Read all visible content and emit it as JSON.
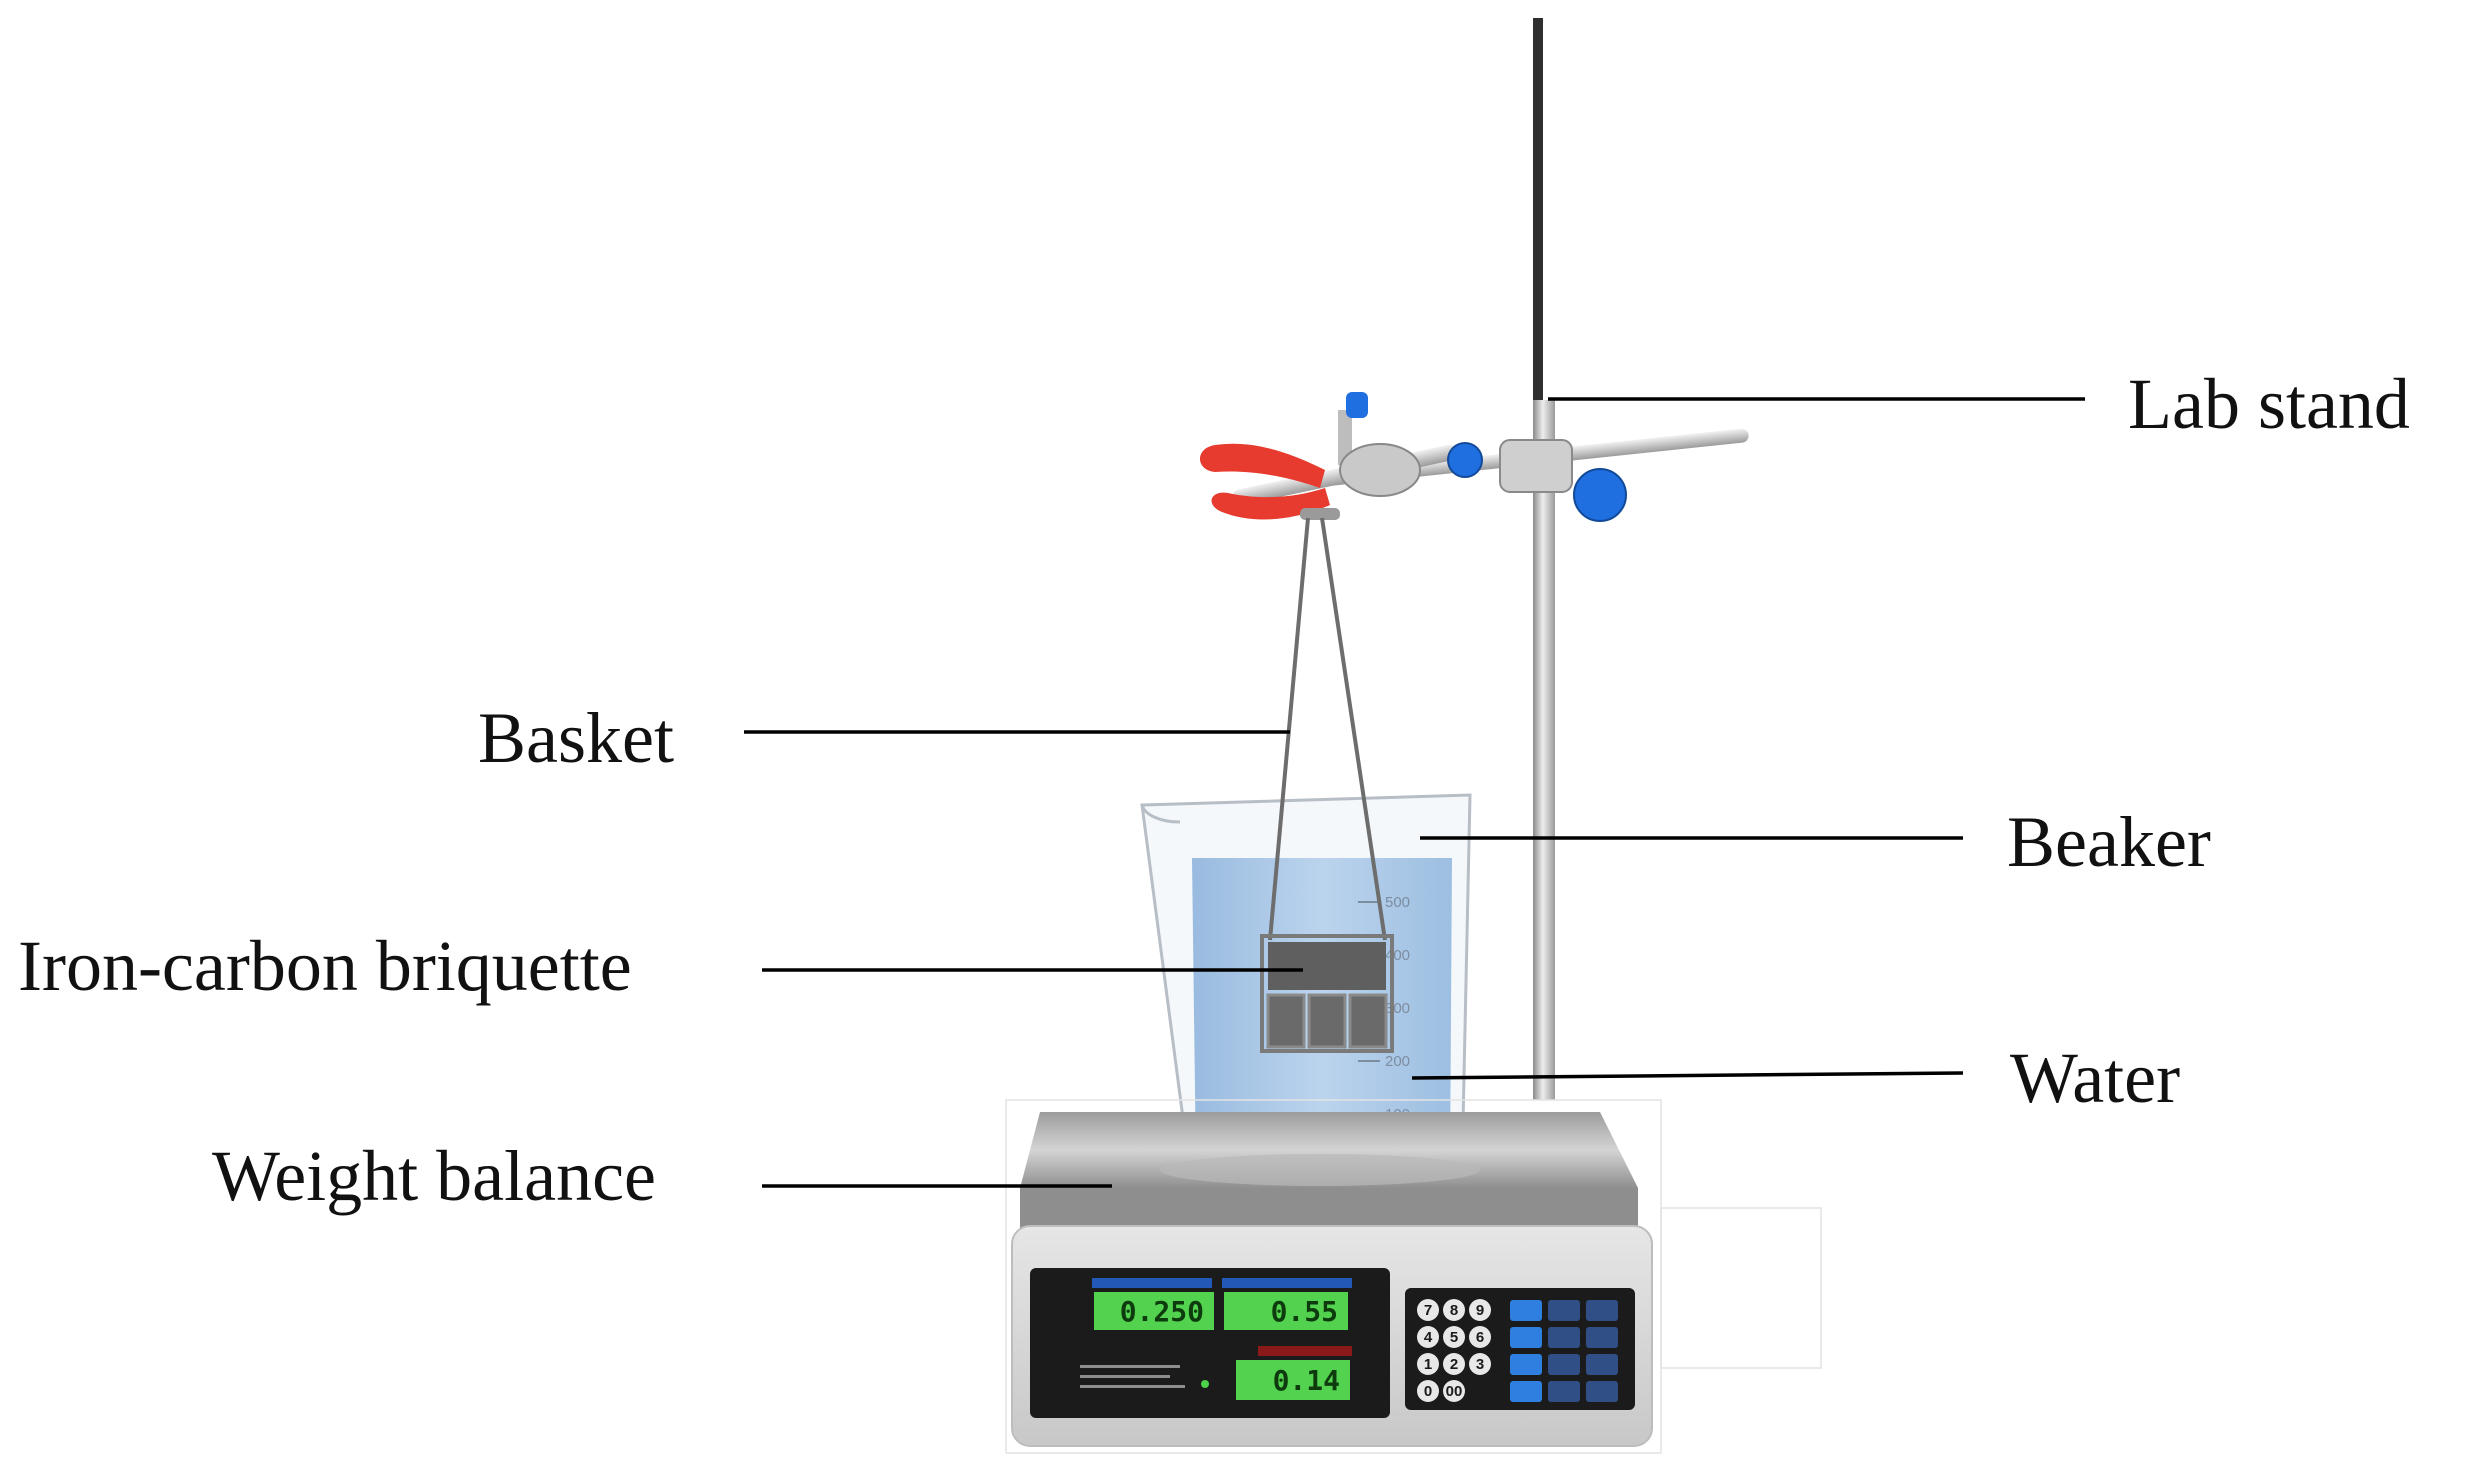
{
  "labels": {
    "lab_stand": "Lab stand",
    "basket": "Basket",
    "beaker": "Beaker",
    "iron_carbon_briquette": "Iron-carbon briquette",
    "water": "Water",
    "weight_balance": "Weight balance"
  },
  "beaker_scale": [
    "500",
    "400",
    "300",
    "200",
    "100"
  ],
  "balance_display": {
    "weight": "0.250",
    "unit_price": "0.55",
    "total_price": "0.14"
  },
  "keypad": [
    "7",
    "8",
    "9",
    "4",
    "5",
    "6",
    "1",
    "2",
    "3",
    "0",
    "00"
  ],
  "colors": {
    "water": "#a9c8e8",
    "clamp_grip": "#e63b2e",
    "clamp_knob": "#1f6fe0",
    "stand_rod": "#4a4a4a",
    "display_lcd": "#52d24e",
    "balance_body": "#dcdcdc"
  }
}
